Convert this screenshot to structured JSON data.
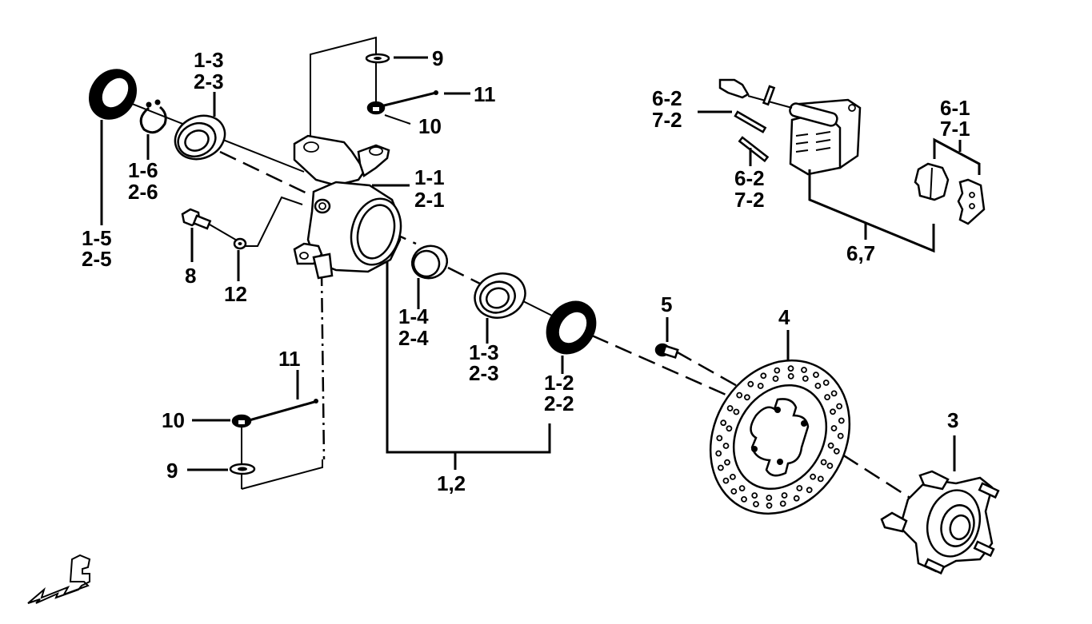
{
  "diagram": {
    "title": "Rear knuckle, hub and brake assembly exploded view",
    "labels": {
      "l_1_3_top": [
        "1-3",
        "2-3"
      ],
      "l_1_6": [
        "1-6",
        "2-6"
      ],
      "l_1_5": [
        "1-5",
        "2-5"
      ],
      "l_8": "8",
      "l_12": "12",
      "l_9_top": "9",
      "l_11_top": "11",
      "l_10_top": "10",
      "l_1_1": [
        "1-1",
        "2-1"
      ],
      "l_1_4": [
        "1-4",
        "2-4"
      ],
      "l_1_3_mid": [
        "1-3",
        "2-3"
      ],
      "l_1_2": [
        "1-2",
        "2-2"
      ],
      "l_12_group": "1,2",
      "l_11_bot": "11",
      "l_10_bot": "10",
      "l_9_bot": "9",
      "l_5": "5",
      "l_4": "4",
      "l_3": "3",
      "l_6_2_top": [
        "6-2",
        "7-2"
      ],
      "l_6_2_bot": [
        "6-2",
        "7-2"
      ],
      "l_6_1": [
        "6-1",
        "7-1"
      ],
      "l_67_group": "6,7"
    },
    "parts": [
      {
        "ref": "1-5 / 2-5",
        "name": "oil-seal"
      },
      {
        "ref": "1-6 / 2-6",
        "name": "circlip"
      },
      {
        "ref": "1-3 / 2-3",
        "name": "bearing"
      },
      {
        "ref": "1-1 / 2-1",
        "name": "knuckle"
      },
      {
        "ref": "1-4 / 2-4",
        "name": "spacer"
      },
      {
        "ref": "1-2 / 2-2",
        "name": "oil-seal"
      },
      {
        "ref": "3",
        "name": "wheel-hub"
      },
      {
        "ref": "4",
        "name": "brake-disc"
      },
      {
        "ref": "5",
        "name": "bolt"
      },
      {
        "ref": "6,7",
        "name": "brake-caliper"
      },
      {
        "ref": "6-1 / 7-1",
        "name": "brake-pads"
      },
      {
        "ref": "6-2 / 7-2",
        "name": "pad-pins"
      },
      {
        "ref": "8",
        "name": "bolt"
      },
      {
        "ref": "9",
        "name": "washer"
      },
      {
        "ref": "10",
        "name": "castle-nut"
      },
      {
        "ref": "11",
        "name": "cotter-pin"
      },
      {
        "ref": "12",
        "name": "washer"
      }
    ],
    "front_indicator": "F"
  }
}
